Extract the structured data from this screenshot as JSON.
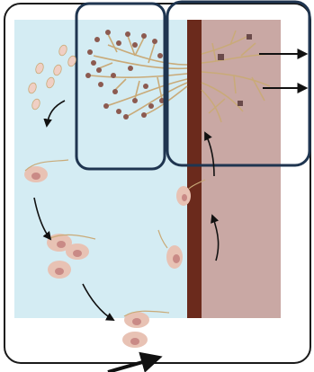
{
  "diagram": {
    "colors": {
      "outer_frame": "#1a1a1a",
      "zone_left": "#d4ecf3",
      "zone_right": "#c9a8a4",
      "membrane": "#6b2a1c",
      "highlight_box": "#1f3550",
      "hyphae": "#c9aa78",
      "sporangium": "#8c5a50",
      "seed_body": "#e8c2b4",
      "seed_embryo": "#c98a86",
      "spore": "#f0cfc4",
      "arrow": "#111111",
      "particle": "#6a4a4a"
    },
    "regions": [
      "left-compartment",
      "membrane-wall",
      "right-compartment"
    ],
    "highlight_boxes": [
      "sporangiophore-cluster-box",
      "branching-hyphae-box"
    ],
    "export_arrows": 2,
    "lifecycle_arrows": 6
  }
}
